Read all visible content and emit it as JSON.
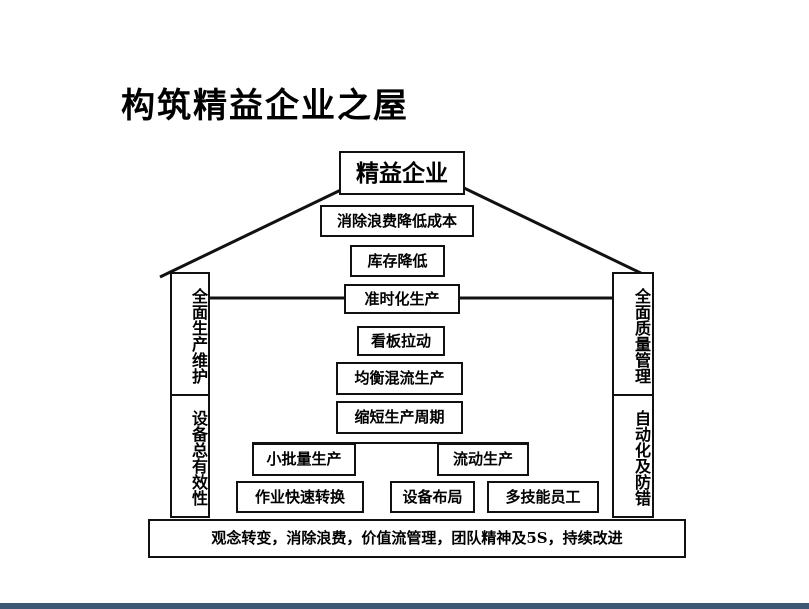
{
  "title": "构筑精益企业之屋",
  "roof_top": "精益企业",
  "center_stack": {
    "goal": "消除浪费降低成本",
    "inventory": "库存降低",
    "jit": "准时化生产",
    "kanban": "看板拉动",
    "heijunka": "均衡混流生产",
    "cycle": "缩短生产周期"
  },
  "left_lower_stack": {
    "small_batch": "小批量生产",
    "quick_change": "作业快速转换"
  },
  "right_lower_stack": {
    "flow": "流动生产",
    "layout": "设备布局",
    "multi_skill": "多技能员工"
  },
  "left_pillar": {
    "top": "全面生产维护",
    "bottom": "设备总有效性"
  },
  "right_pillar": {
    "top": "全面质量管理",
    "bottom": "自动化及防错"
  },
  "foundation": "观念转变，消除浪费，价值流管理，团队精神及5S，持续改进",
  "colors": {
    "ink": "#111111",
    "background": "#ffffff",
    "bottom_bar": "#3d5873"
  }
}
